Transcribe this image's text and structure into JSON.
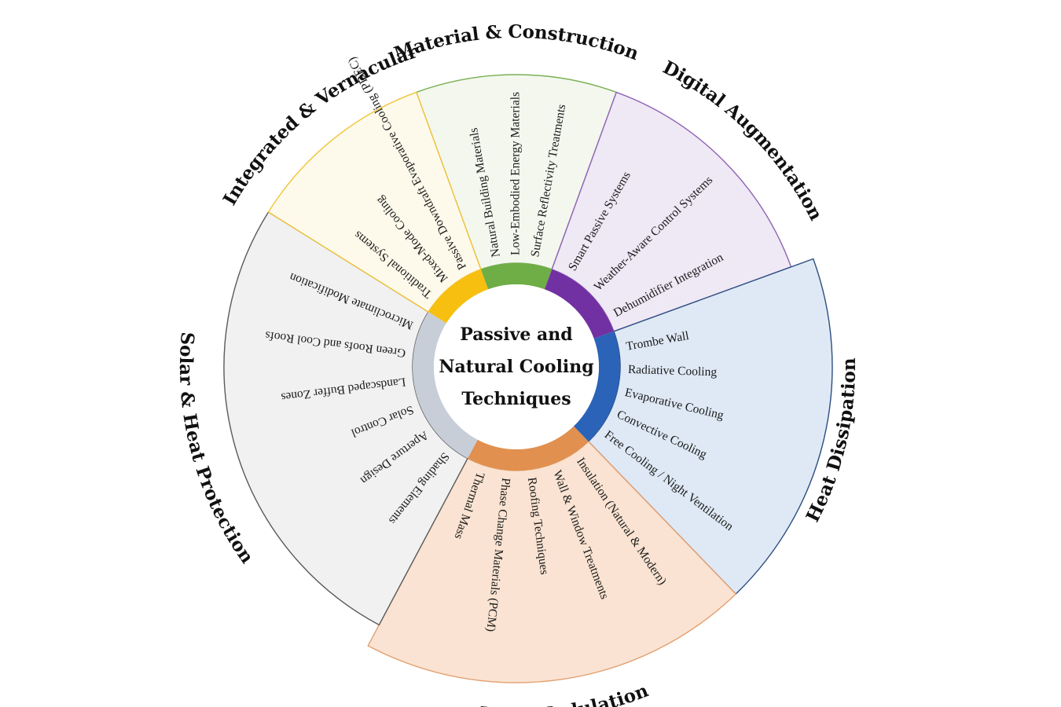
{
  "center": {
    "lines": [
      "Passive and",
      "Natural Cooling",
      "Techniques"
    ]
  },
  "sectors": [
    {
      "id": "material-construction",
      "title": "Material & Construction",
      "fill": "#f3f7ee",
      "stroke": "#7bb055",
      "ring": "#6fad46",
      "items": [
        "Natural Building Materials",
        "Low-Embodied Energy Materials",
        "Surface Reflectivity Treatments"
      ]
    },
    {
      "id": "digital-augmentation",
      "title": "Digital Augmentation",
      "fill": "#efe8f5",
      "stroke": "#8e63b5",
      "ring": "#7231a3",
      "items": [
        "Smart Passive Systems",
        "Weather-Aware Control Systems",
        "Dehumidifier Integration"
      ]
    },
    {
      "id": "heat-dissipation",
      "title": "Heat Dissipation",
      "fill": "#dfe9f5",
      "stroke": "#2c4e80",
      "ring": "#2a63b8",
      "items": [
        "Trombe Wall",
        "Radiative Cooling",
        "Evaporative Cooling",
        "Convective Cooling",
        "Free Cooling / Night Ventilation"
      ]
    },
    {
      "id": "heat-modulation",
      "title": "Heat Modulation",
      "fill": "#fae3d2",
      "stroke": "#e2a071",
      "ring": "#e1904f",
      "items": [
        "Insulation (Natural & Modern)",
        "Wall & Window Treatments",
        "Roofing Techniques",
        "Phase Change Materials (PCM)",
        "Thermal Mass"
      ]
    },
    {
      "id": "solar-heat-protection",
      "title": "Solar & Heat Protection",
      "fill": "#f1f1f1",
      "stroke": "#5a5a5a",
      "ring": "#c8ced8",
      "items": [
        "Shading Elements",
        "Aperture Design",
        "Solar Control",
        "Landscaped Buffer Zones",
        "Green Roofs and Cool Roofs",
        "Microclimate Modification"
      ]
    },
    {
      "id": "integrated-vernacular",
      "title": "Integrated & Vernacular",
      "fill": "#fefaeb",
      "stroke": "#f0c43a",
      "ring": "#f7bf0f",
      "items": [
        "Traditional Systems",
        "Mixed-Mode Cooling",
        "Passive Downdraft Evaporative Cooling (PDEC)"
      ]
    }
  ]
}
